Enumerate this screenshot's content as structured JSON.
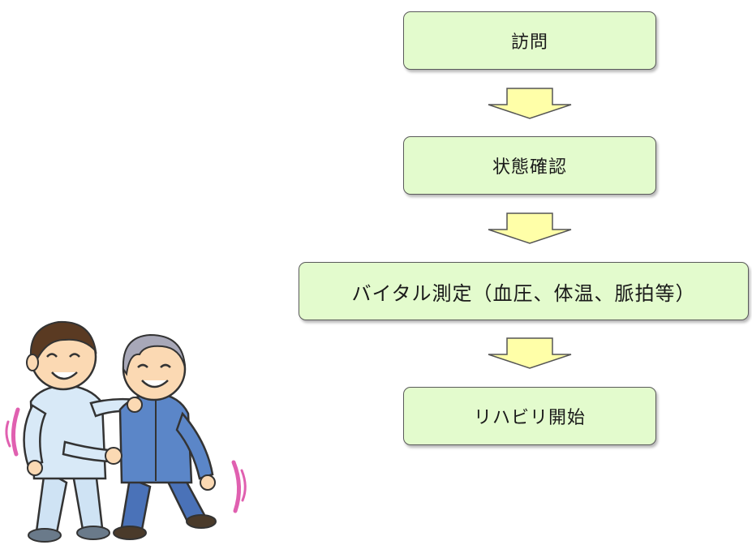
{
  "flow": {
    "steps": [
      {
        "label": "訪問"
      },
      {
        "label": "状態確認"
      },
      {
        "label": "バイタル測定（血圧、体温、脈拍等）"
      },
      {
        "label": "リハビリ開始"
      }
    ]
  },
  "colors": {
    "box_fill": "#e3fbcd",
    "box_border": "#5a5a5a",
    "arrow_fill": "#ffffa8",
    "arrow_border": "#555555"
  },
  "illustration": {
    "icon": "caregiver-helping-elderly-man-walk-illustration"
  }
}
